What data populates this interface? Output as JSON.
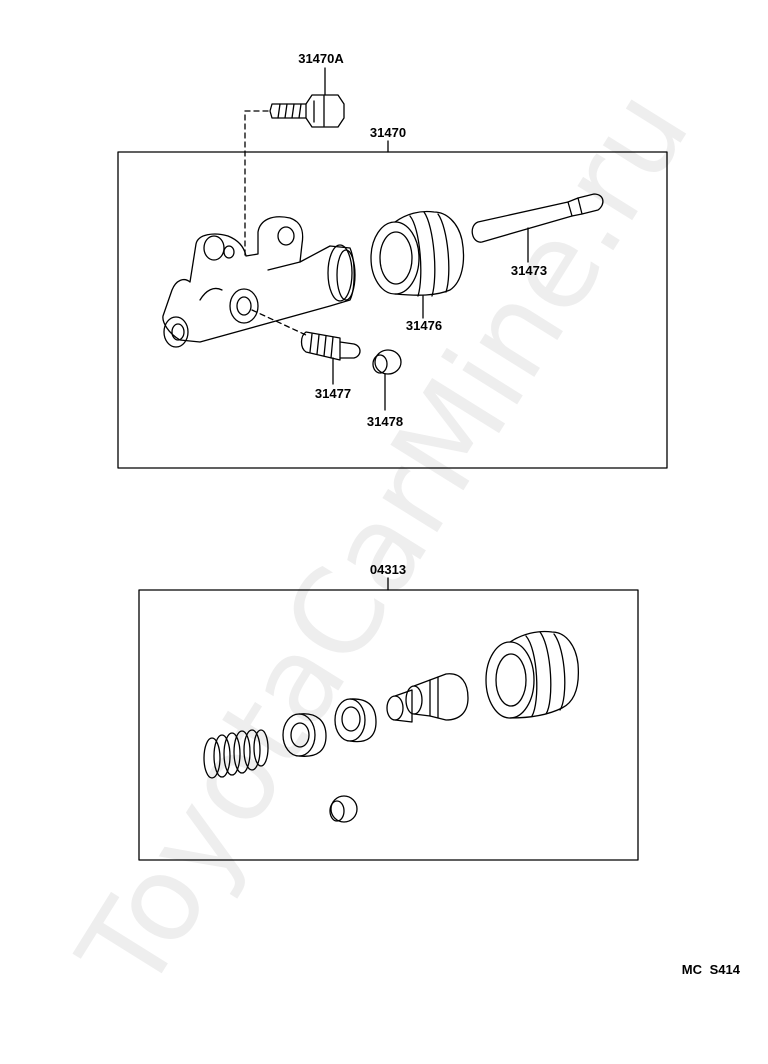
{
  "watermark": "ToyotaCarMine.ru",
  "labels": {
    "p31470A": "31470A",
    "p31470": "31470",
    "p31473": "31473",
    "p31476": "31476",
    "p31477": "31477",
    "p31478": "31478",
    "p04313": "04313"
  },
  "diagram_code": "MC S414"
}
